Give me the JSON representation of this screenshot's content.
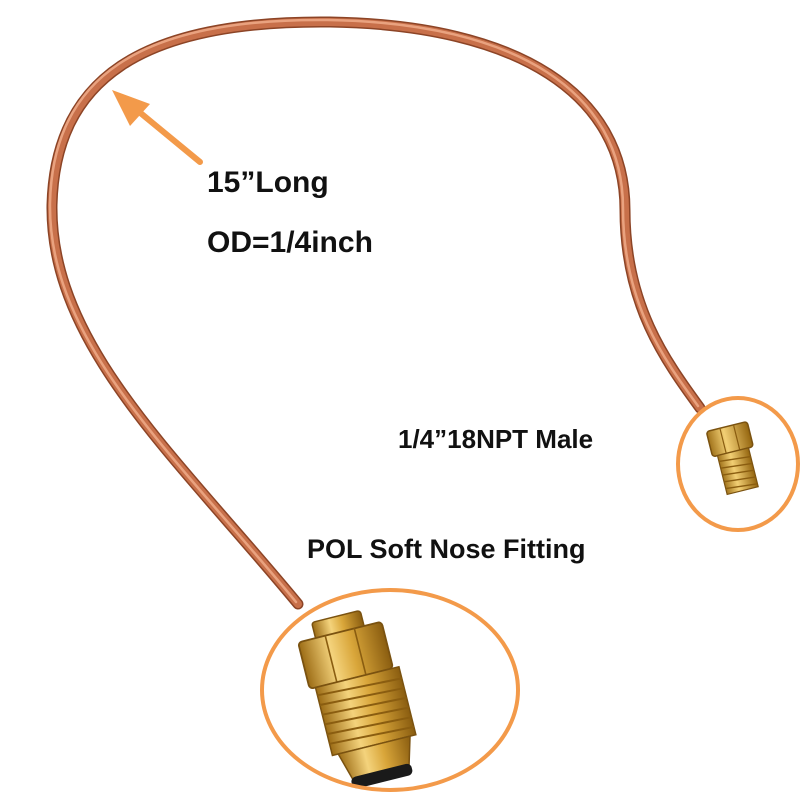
{
  "annotations": {
    "length": "15”Long",
    "outer_diameter": "OD=1/4inch",
    "male_fitting": "1/4”18NPT Male",
    "pol_fitting": "POL Soft Nose Fitting"
  },
  "colors": {
    "background": "#ffffff",
    "copper": "#c8704a",
    "copper_highlight": "#e9a27f",
    "copper_shadow": "#8c4426",
    "brass": "#d9a63a",
    "brass_dark": "#9c6c15",
    "brass_light": "#f4d37c",
    "callout_orange": "#f39a4a",
    "text": "#111111"
  },
  "icons": {
    "pointer": "orange-arrow-icon",
    "callout": "orange-circle-outline"
  }
}
